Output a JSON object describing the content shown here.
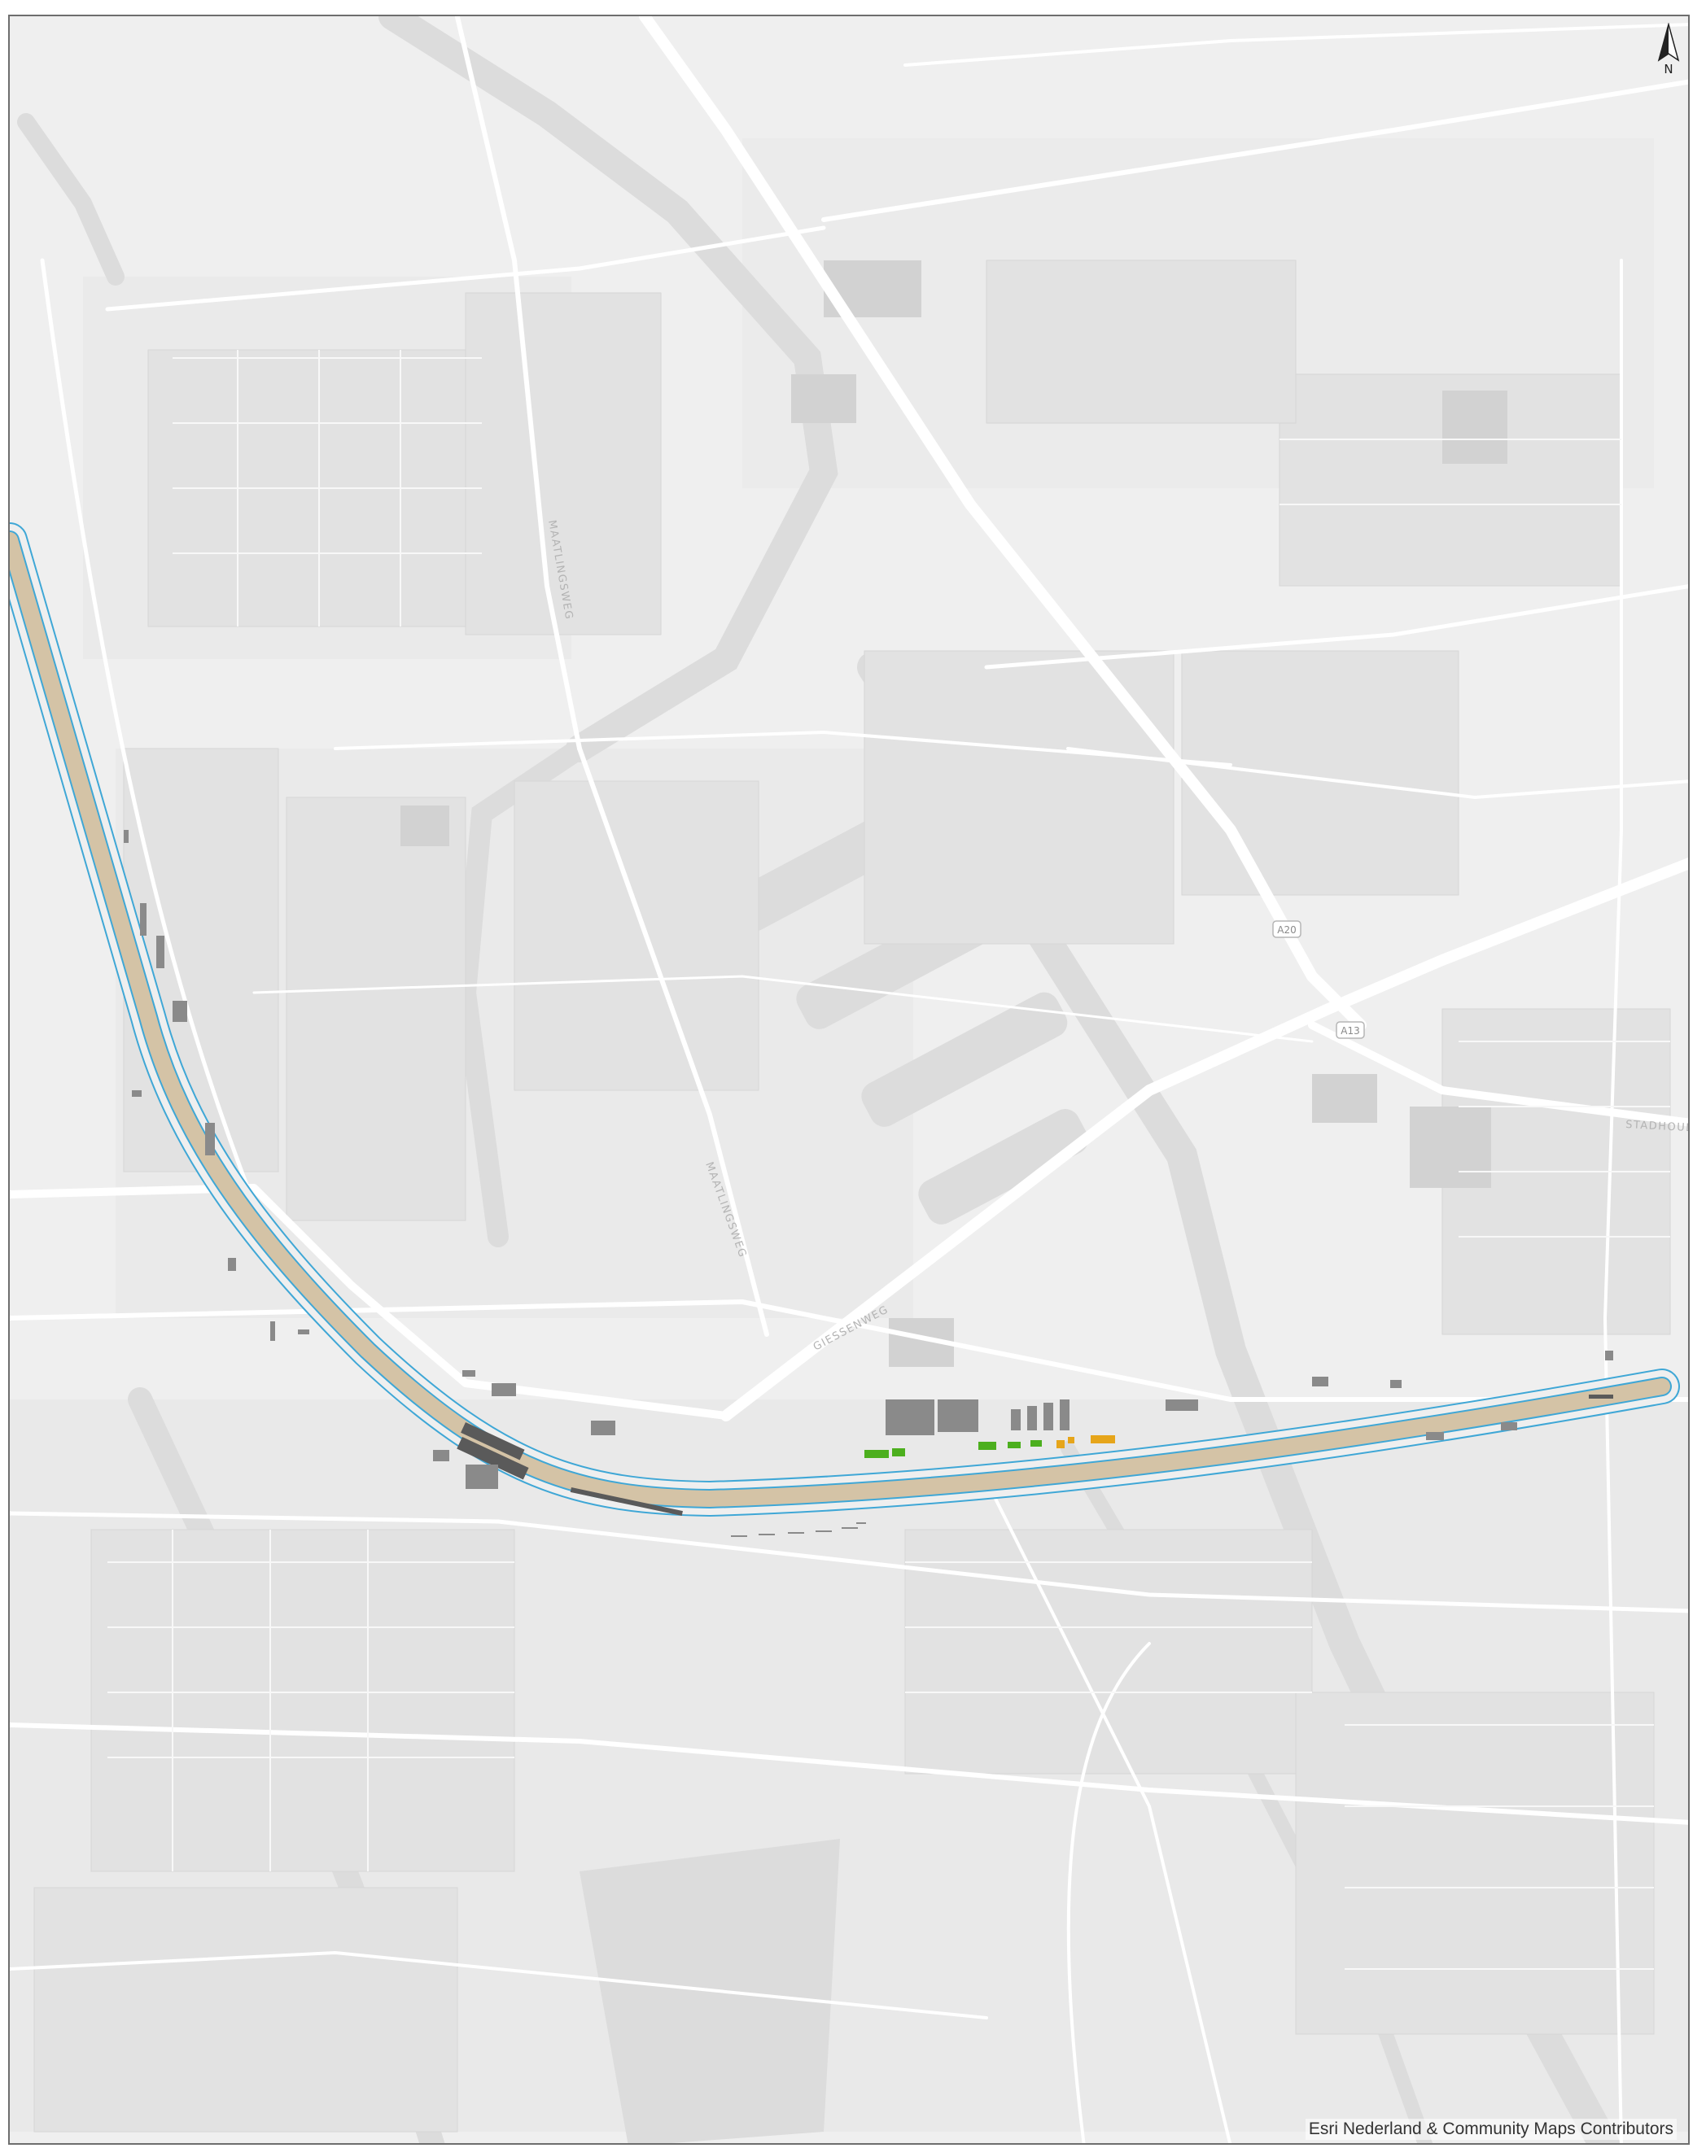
{
  "map": {
    "attribution": "Esri Nederland & Community Maps Contributors",
    "north_label": "N",
    "street_labels": {
      "maaskade_north": "MAATLINGSWEG",
      "maaskade_south": "MAATLINGSWEG",
      "giessenweg": "GIESSENWEG",
      "stadhoud": "STADHOUD"
    },
    "route_shields": {
      "a20": "A20",
      "a13": "A13"
    },
    "colors": {
      "background": "#efefef",
      "water": "#dcdcdc",
      "buildings": "#dedede",
      "roads": "#ffffff",
      "corridor_fill": "#d4c3a6",
      "corridor_outline": "#3fa7d6",
      "platform": "#5a5a5a",
      "feature_green": "#4caf1e",
      "feature_orange": "#e6a51a"
    },
    "icons": {
      "north_arrow": "north-arrow-icon"
    }
  }
}
